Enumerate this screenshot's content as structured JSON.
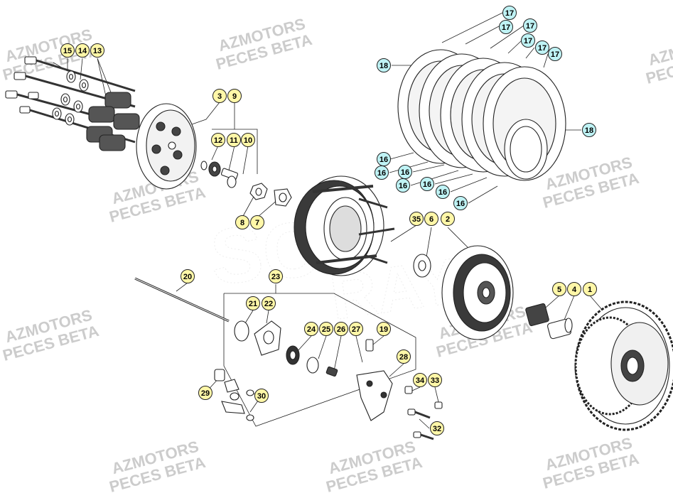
{
  "watermark": {
    "line1": "AZMOTORS",
    "line2": "PECES BETA"
  },
  "colors": {
    "callout_yellow": "#fff7a8",
    "callout_cyan": "#bff3f5",
    "stroke": "#222222",
    "watermark": "#cccccc"
  },
  "callouts": [
    {
      "label": "15",
      "color": "yellow"
    },
    {
      "label": "14",
      "color": "yellow"
    },
    {
      "label": "13",
      "color": "yellow"
    },
    {
      "label": "3",
      "color": "yellow"
    },
    {
      "label": "9",
      "color": "yellow"
    },
    {
      "label": "12",
      "color": "yellow"
    },
    {
      "label": "11",
      "color": "yellow"
    },
    {
      "label": "10",
      "color": "yellow"
    },
    {
      "label": "8",
      "color": "yellow"
    },
    {
      "label": "7",
      "color": "yellow"
    },
    {
      "label": "17",
      "color": "cyan"
    },
    {
      "label": "17",
      "color": "cyan"
    },
    {
      "label": "17",
      "color": "cyan"
    },
    {
      "label": "17",
      "color": "cyan"
    },
    {
      "label": "17",
      "color": "cyan"
    },
    {
      "label": "17",
      "color": "cyan"
    },
    {
      "label": "18",
      "color": "cyan"
    },
    {
      "label": "18",
      "color": "cyan"
    },
    {
      "label": "16",
      "color": "cyan"
    },
    {
      "label": "16",
      "color": "cyan"
    },
    {
      "label": "16",
      "color": "cyan"
    },
    {
      "label": "16",
      "color": "cyan"
    },
    {
      "label": "16",
      "color": "cyan"
    },
    {
      "label": "16",
      "color": "cyan"
    },
    {
      "label": "16",
      "color": "cyan"
    },
    {
      "label": "35",
      "color": "yellow"
    },
    {
      "label": "6",
      "color": "yellow"
    },
    {
      "label": "2",
      "color": "yellow"
    },
    {
      "label": "5",
      "color": "yellow"
    },
    {
      "label": "4",
      "color": "yellow"
    },
    {
      "label": "1",
      "color": "yellow"
    },
    {
      "label": "20",
      "color": "yellow"
    },
    {
      "label": "23",
      "color": "yellow"
    },
    {
      "label": "21",
      "color": "yellow"
    },
    {
      "label": "22",
      "color": "yellow"
    },
    {
      "label": "24",
      "color": "yellow"
    },
    {
      "label": "25",
      "color": "yellow"
    },
    {
      "label": "26",
      "color": "yellow"
    },
    {
      "label": "27",
      "color": "yellow"
    },
    {
      "label": "19",
      "color": "yellow"
    },
    {
      "label": "28",
      "color": "yellow"
    },
    {
      "label": "34",
      "color": "yellow"
    },
    {
      "label": "33",
      "color": "yellow"
    },
    {
      "label": "32",
      "color": "yellow"
    },
    {
      "label": "29",
      "color": "yellow"
    },
    {
      "label": "30",
      "color": "yellow"
    }
  ]
}
